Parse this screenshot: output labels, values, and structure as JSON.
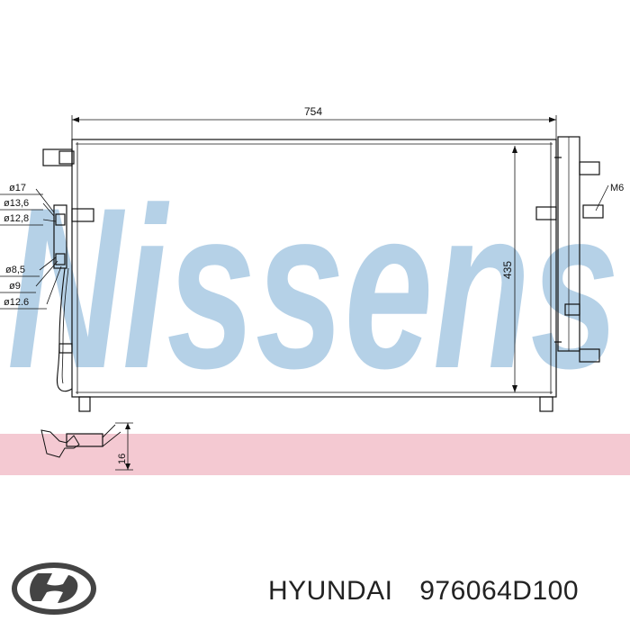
{
  "watermark": {
    "text": "Nissens",
    "color": "#a9c9e3",
    "band_color": "#f4c9d2"
  },
  "colors": {
    "line": "#111111"
  },
  "dimensions": {
    "width": "754",
    "height": "435",
    "side_depth": "16",
    "bolt": "M6"
  },
  "pipe_labels": [
    "ø17",
    "ø13,6",
    "ø12,8",
    "ø8,5",
    "ø9",
    "ø12.6"
  ],
  "caption": {
    "brand": "HYUNDAI",
    "part_number": "976064D100"
  },
  "logo": {
    "icon": "hyundai-logo-icon"
  }
}
